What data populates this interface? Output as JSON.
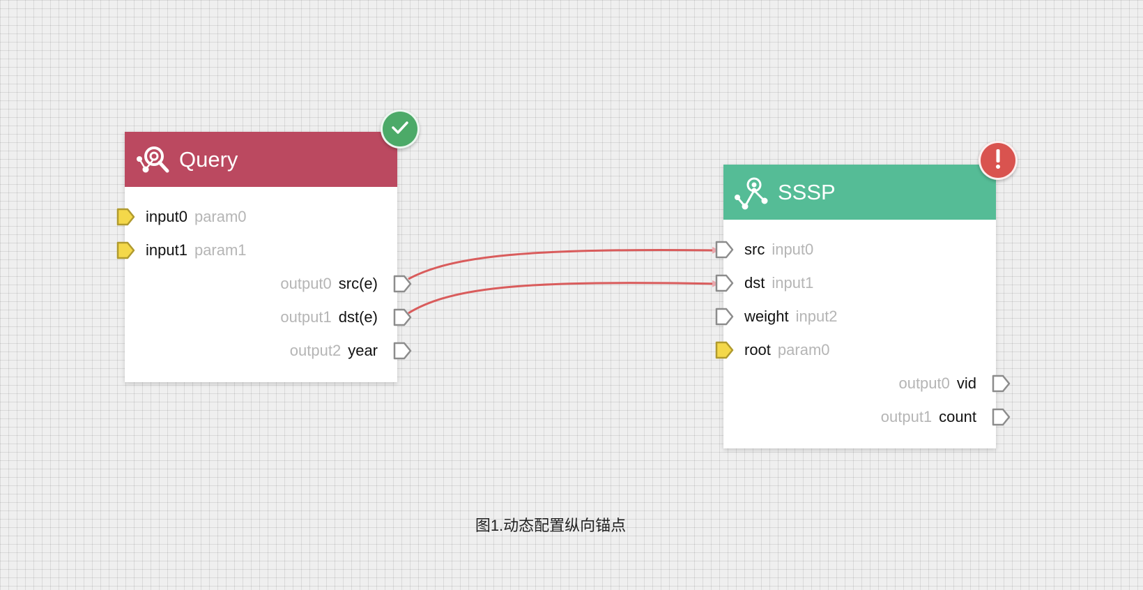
{
  "caption": "图1.动态配置纵向锚点",
  "colors": {
    "query_header": "#bb4960",
    "sssp_header": "#55bc96",
    "status_ok": "#4caa68",
    "status_error": "#d9534f",
    "anchor_param_fill": "#f4d84a",
    "anchor_param_stroke": "#b09a2e",
    "anchor_data_stroke": "#8c8c8c",
    "edge": "#d95c5c"
  },
  "nodes": {
    "query": {
      "title": "Query",
      "icon": "graph-search-icon",
      "status": "ok",
      "status_icon": "checkmark-icon",
      "inputs": [
        {
          "name": "input0",
          "alias": "param0",
          "kind": "param"
        },
        {
          "name": "input1",
          "alias": "param1",
          "kind": "param"
        }
      ],
      "outputs": [
        {
          "alias": "output0",
          "name": "src(e)",
          "kind": "data"
        },
        {
          "alias": "output1",
          "name": "dst(e)",
          "kind": "data"
        },
        {
          "alias": "output2",
          "name": "year",
          "kind": "data"
        }
      ]
    },
    "sssp": {
      "title": "SSSP",
      "icon": "shortest-path-icon",
      "status": "error",
      "status_icon": "exclamation-icon",
      "inputs": [
        {
          "name": "src",
          "alias": "input0",
          "kind": "data"
        },
        {
          "name": "dst",
          "alias": "input1",
          "kind": "data"
        },
        {
          "name": "weight",
          "alias": "input2",
          "kind": "data"
        },
        {
          "name": "root",
          "alias": "param0",
          "kind": "param"
        }
      ],
      "outputs": [
        {
          "alias": "output0",
          "name": "vid",
          "kind": "data"
        },
        {
          "alias": "output1",
          "name": "count",
          "kind": "data"
        }
      ]
    }
  },
  "edges": [
    {
      "from": "query.src(e)",
      "to": "sssp.src"
    },
    {
      "from": "query.dst(e)",
      "to": "sssp.dst"
    }
  ]
}
